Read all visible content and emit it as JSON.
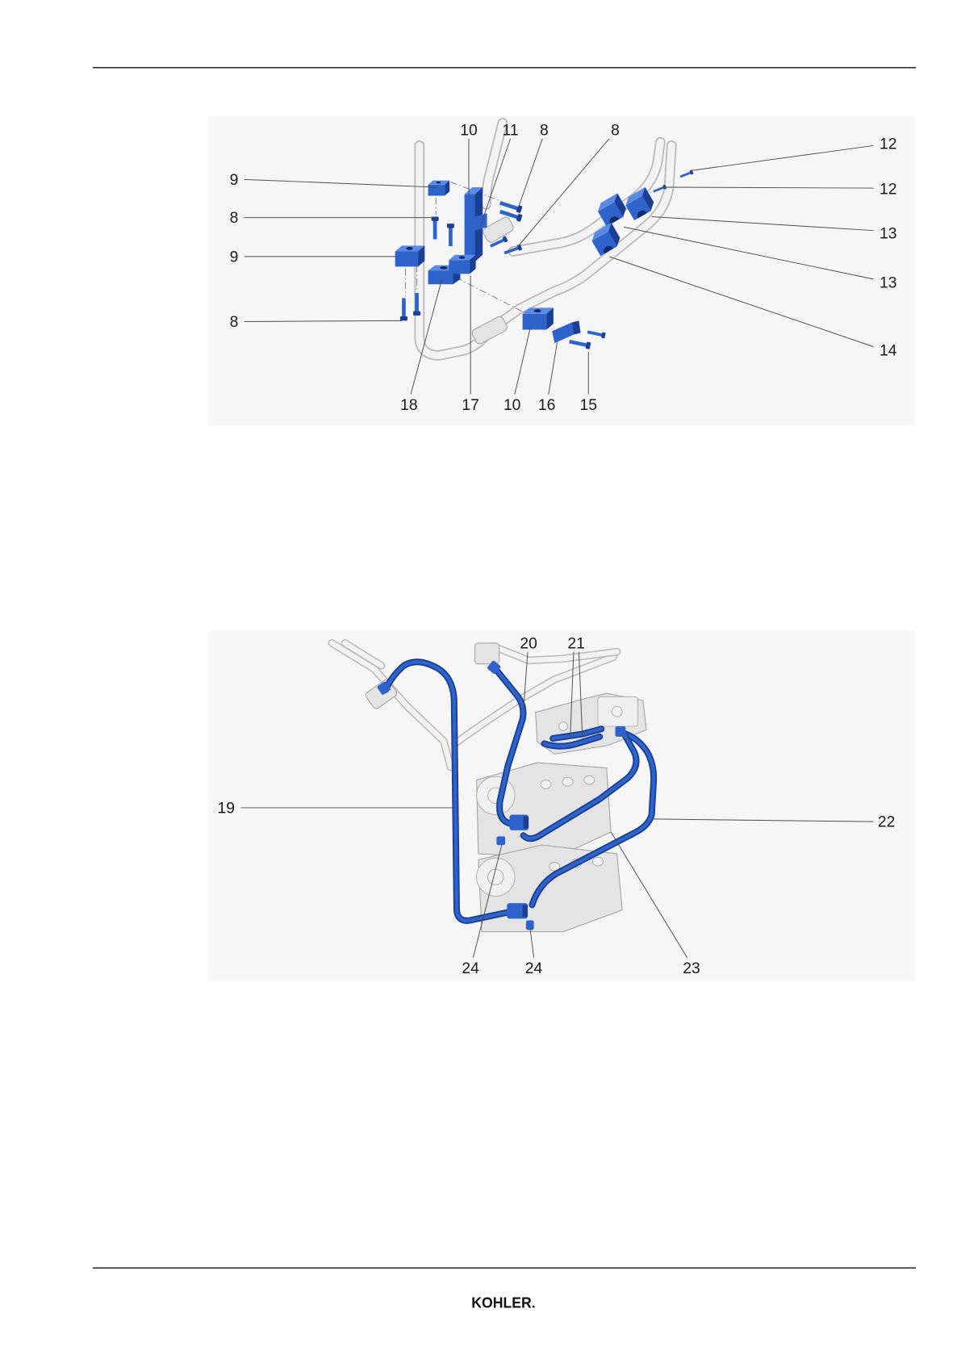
{
  "document": {
    "logo_text": "KOHLER."
  },
  "figure_1": {
    "callouts_top": [
      "10",
      "11",
      "8",
      "8"
    ],
    "callouts_left": [
      "9",
      "8",
      "9",
      "8"
    ],
    "callouts_right": [
      "12",
      "12",
      "13",
      "13",
      "14"
    ],
    "callouts_bottom": [
      "18",
      "17",
      "10",
      "16",
      "15"
    ]
  },
  "figure_2": {
    "callouts_top": [
      "20",
      "21"
    ],
    "callouts_left": [
      "19"
    ],
    "callouts_right": [
      "22"
    ],
    "callouts_bottom": [
      "24",
      "24",
      "23"
    ]
  },
  "colors": {
    "part_blue": "#2f63cc",
    "part_blue_dark": "#1b3f92",
    "part_blue_light": "#5b8ae6",
    "pipe_gray": "#bcbcbc",
    "leader_line": "#4d4d4d"
  }
}
